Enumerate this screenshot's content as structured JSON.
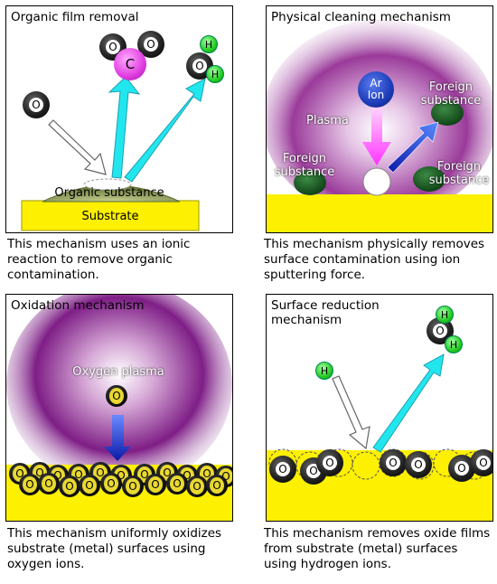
{
  "panels": [
    {
      "title": "Organic film removal",
      "labels": {
        "organic": "Organic substance",
        "substrate": "Substrate"
      },
      "molecules": {
        "o": "O",
        "c": "C",
        "h": "H"
      },
      "caption": [
        "This mechanism uses an ionic",
        "reaction to remove organic",
        "contamination."
      ]
    },
    {
      "title": "Physical cleaning mechanism",
      "labels": {
        "ar": [
          "Ar",
          "Ion"
        ],
        "plasma": "Plasma",
        "foreign": [
          "Foreign",
          "substance"
        ]
      },
      "caption": [
        "This mechanism physically removes",
        "surface contamination using ion",
        "sputtering force."
      ]
    },
    {
      "title": "Oxidation mechanism",
      "labels": {
        "oxygen_plasma": "Oxygen plasma"
      },
      "molecules": {
        "o": "O"
      },
      "caption": [
        "This mechanism uniformly oxidizes",
        "substrate (metal) surfaces using",
        "oxygen ions."
      ]
    },
    {
      "title": [
        "Surface reduction",
        "mechanism"
      ],
      "molecules": {
        "o": "O",
        "h": "H"
      },
      "caption": [
        "This mechanism removes oxide films",
        "from substrate (metal) surfaces",
        "using hydrogen ions."
      ]
    }
  ],
  "colors": {
    "substrate": "#fdf000",
    "plasma": "#8e278e",
    "cyan_arrow": "#22e6ee",
    "pink_arrow": "#ff33ff",
    "blue_arrow": "#1a33dd",
    "organic": "#8a9a58",
    "foreign": "#145c1c"
  }
}
